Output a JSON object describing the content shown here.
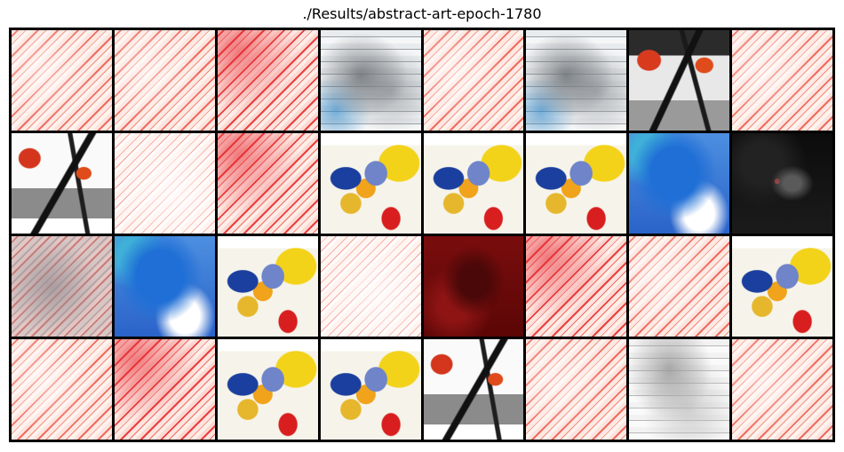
{
  "title": "./Results/abstract-art-epoch-1780",
  "grid": {
    "rows": 4,
    "cols": 8,
    "tiles": [
      {
        "name": "tile-r1-c1",
        "style": "pink"
      },
      {
        "name": "tile-r1-c2",
        "style": "pink"
      },
      {
        "name": "tile-r1-c3",
        "style": "pink-strong"
      },
      {
        "name": "tile-r1-c4",
        "style": "sketch"
      },
      {
        "name": "tile-r1-c5",
        "style": "pink"
      },
      {
        "name": "tile-r1-c6",
        "style": "sketch"
      },
      {
        "name": "tile-r1-c7",
        "style": "figure"
      },
      {
        "name": "tile-r1-c8",
        "style": "pink"
      },
      {
        "name": "tile-r2-c1",
        "style": "figure-white"
      },
      {
        "name": "tile-r2-c2",
        "style": "pink-pale"
      },
      {
        "name": "tile-r2-c3",
        "style": "pink-strong"
      },
      {
        "name": "tile-r2-c4",
        "style": "colorful"
      },
      {
        "name": "tile-r2-c5",
        "style": "colorful"
      },
      {
        "name": "tile-r2-c6",
        "style": "colorful"
      },
      {
        "name": "tile-r2-c7",
        "style": "blue"
      },
      {
        "name": "tile-r2-c8",
        "style": "dark"
      },
      {
        "name": "tile-r3-c1",
        "style": "grey-pink"
      },
      {
        "name": "tile-r3-c2",
        "style": "blue"
      },
      {
        "name": "tile-r3-c3",
        "style": "colorful"
      },
      {
        "name": "tile-r3-c4",
        "style": "pink-pale"
      },
      {
        "name": "tile-r3-c5",
        "style": "darkred"
      },
      {
        "name": "tile-r3-c6",
        "style": "pink-strong"
      },
      {
        "name": "tile-r3-c7",
        "style": "pink"
      },
      {
        "name": "tile-r3-c8",
        "style": "colorful"
      },
      {
        "name": "tile-r4-c1",
        "style": "pink"
      },
      {
        "name": "tile-r4-c2",
        "style": "pink-strong"
      },
      {
        "name": "tile-r4-c3",
        "style": "colorful"
      },
      {
        "name": "tile-r4-c4",
        "style": "colorful"
      },
      {
        "name": "tile-r4-c5",
        "style": "figure-white"
      },
      {
        "name": "tile-r4-c6",
        "style": "pink"
      },
      {
        "name": "tile-r4-c7",
        "style": "sketch-pale"
      },
      {
        "name": "tile-r4-c8",
        "style": "pink"
      }
    ]
  }
}
